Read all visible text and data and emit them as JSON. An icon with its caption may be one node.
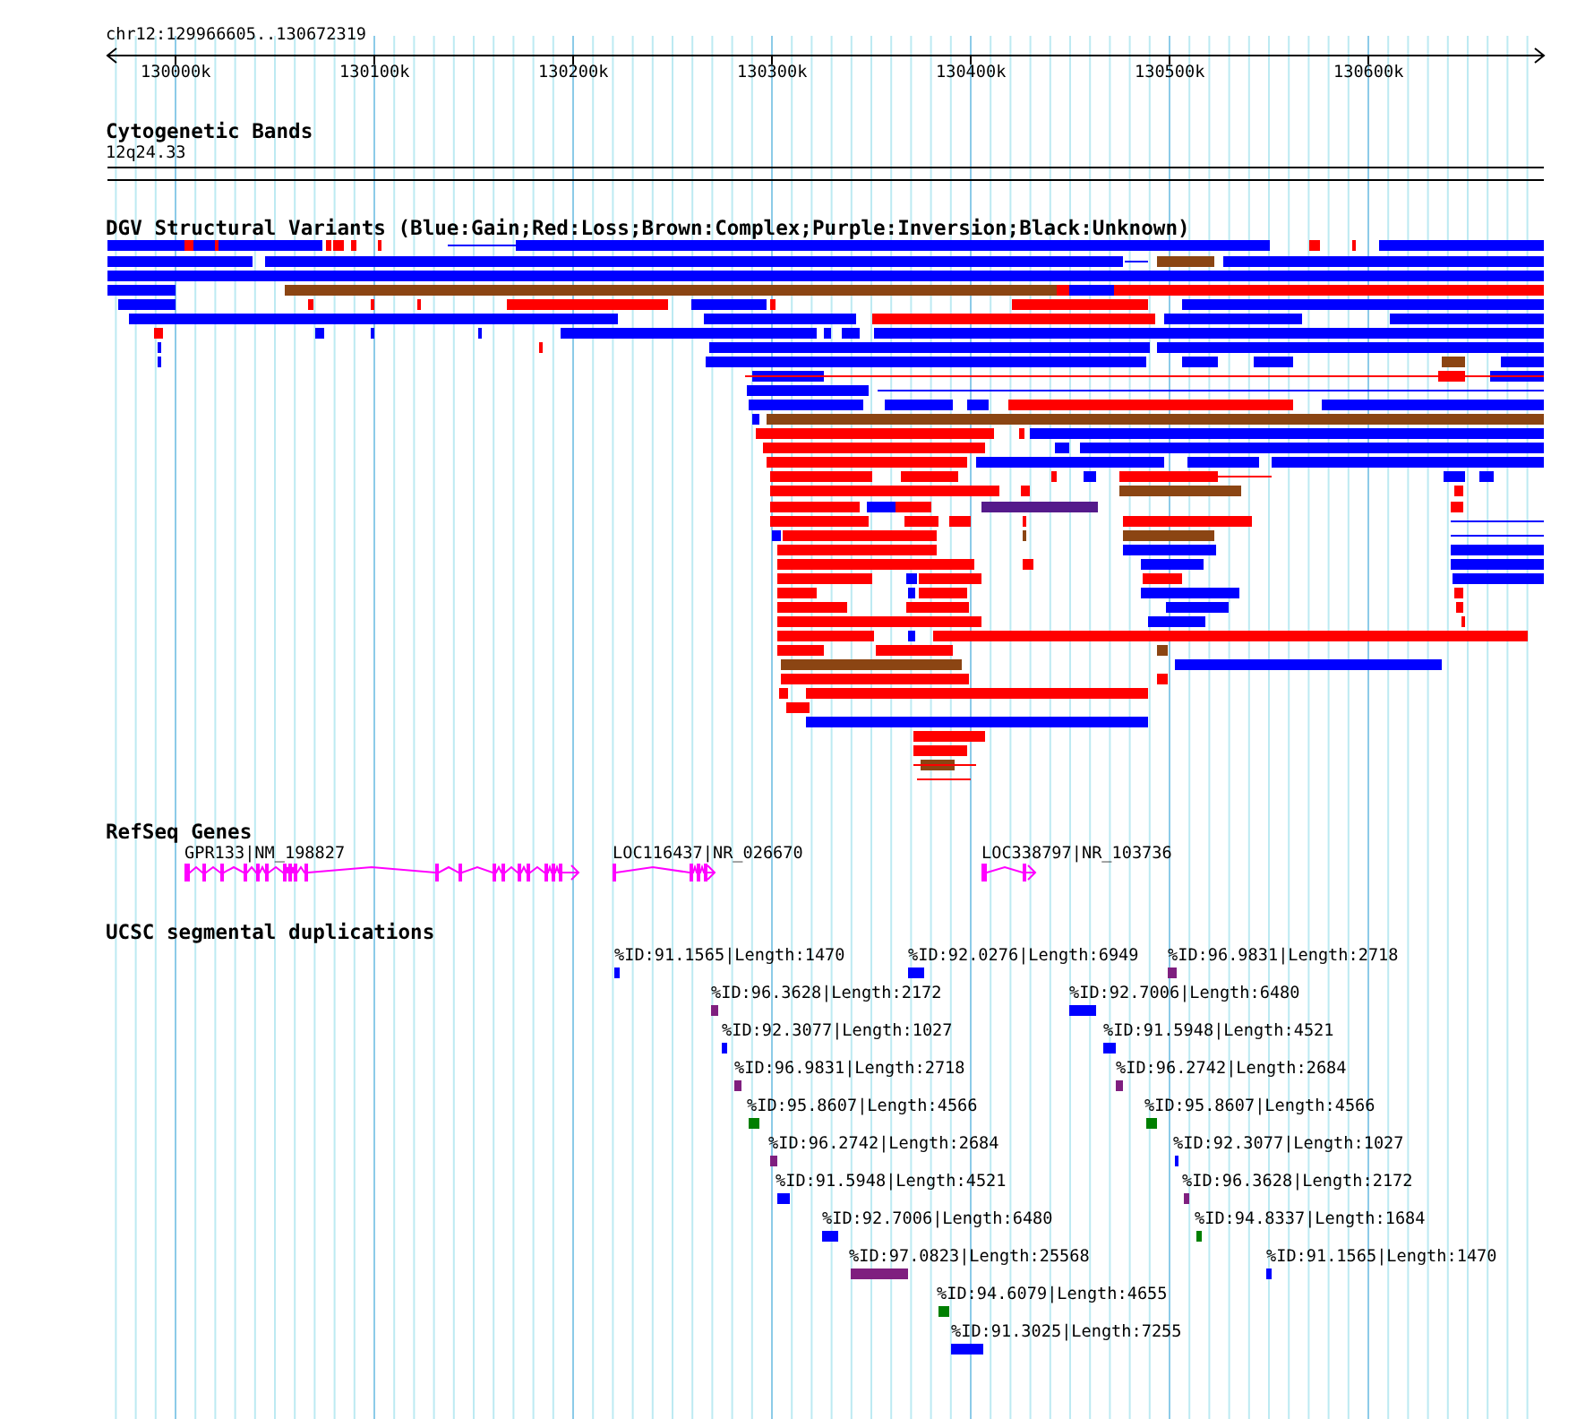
{
  "diagram": {
    "title": "chr12:129966605..130672319",
    "labels": [
      "130000k",
      "130100k",
      "130200k",
      "130300k",
      "130400k",
      "130500k",
      "130600k",
      "Cytogenetic Bands",
      "12q24.33",
      "DGV Structural Variants (Blue:Gain;Red:Loss;Brown:Complex;Purple:Inversion;Black:Unknown)",
      "RefSeq Genes",
      "GPR133|NM_198827",
      "LOC116437|NR_026670",
      "LOC338797|NR_103736",
      "UCSC segmental duplications",
      "%ID:91.1565|Length:1470",
      "%ID:92.0276|Length:6949",
      "%ID:96.9831|Length:2718",
      "%ID:96.3628|Length:2172",
      "%ID:92.7006|Length:6480",
      "%ID:92.3077|Length:1027",
      "%ID:91.5948|Length:4521",
      "%ID:96.9831|Length:2718",
      "%ID:96.2742|Length:2684",
      "%ID:95.8607|Length:4566",
      "%ID:95.8607|Length:4566",
      "%ID:96.2742|Length:2684",
      "%ID:92.3077|Length:1027",
      "%ID:91.5948|Length:4521",
      "%ID:96.3628|Length:2172",
      "%ID:92.7006|Length:6480",
      "%ID:94.8337|Length:1684",
      "%ID:97.0823|Length:25568",
      "%ID:91.1565|Length:1470",
      "%ID:94.6079|Length:4655",
      "%ID:91.3025|Length:7255"
    ]
  }
}
